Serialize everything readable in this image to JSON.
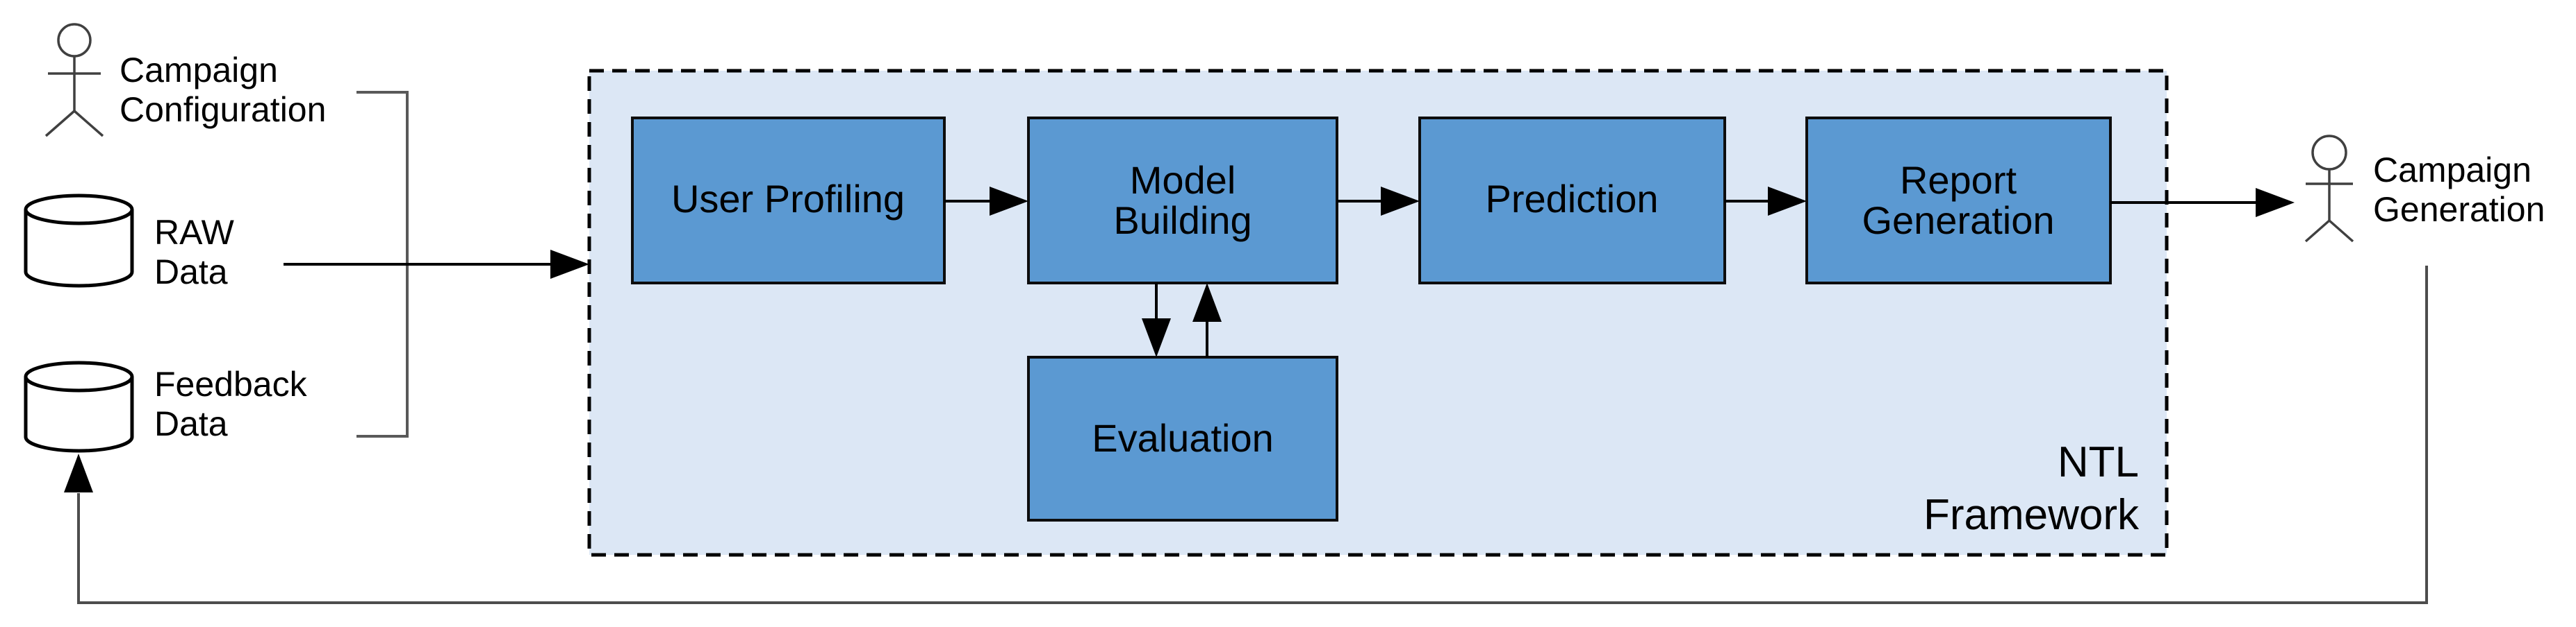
{
  "diagram": {
    "title": "NTL Framework process diagram",
    "framework": {
      "label_lines": [
        "NTL",
        "Framework"
      ]
    },
    "actors": [
      {
        "id": "campaign-configuration",
        "label_lines": [
          "Campaign",
          "Configuration"
        ]
      },
      {
        "id": "campaign-generation",
        "label_lines": [
          "Campaign",
          "Generation"
        ]
      }
    ],
    "datastores": [
      {
        "id": "raw-data",
        "label_lines": [
          "RAW",
          "Data"
        ]
      },
      {
        "id": "feedback-data",
        "label_lines": [
          "Feedback",
          "Data"
        ]
      }
    ],
    "process_boxes": [
      {
        "id": "user-profiling",
        "label_lines": [
          "User Profiling"
        ]
      },
      {
        "id": "model-building",
        "label_lines": [
          "Model",
          "Building"
        ]
      },
      {
        "id": "prediction",
        "label_lines": [
          "Prediction"
        ]
      },
      {
        "id": "report-generation",
        "label_lines": [
          "Report",
          "Generation"
        ]
      },
      {
        "id": "evaluation",
        "label_lines": [
          "Evaluation"
        ]
      }
    ],
    "flows": [
      "inputs-to-framework",
      "user-profiling-to-model-building",
      "model-building-to-prediction",
      "prediction-to-report-generation",
      "model-building-to-evaluation",
      "evaluation-to-model-building",
      "report-generation-to-campaign-generation",
      "campaign-generation-to-feedback-data"
    ],
    "colors": {
      "process_fill": "#5b99d2",
      "process_stroke": "#0d0d0d",
      "container_fill": "#dce7f5",
      "container_stroke": "#000000",
      "line": "#000000",
      "loop_line": "#4d4d4d",
      "bracket": "#595959",
      "text": "#000000",
      "actor_stroke": "#404040",
      "cylinder_fill": "#ffffff"
    }
  }
}
